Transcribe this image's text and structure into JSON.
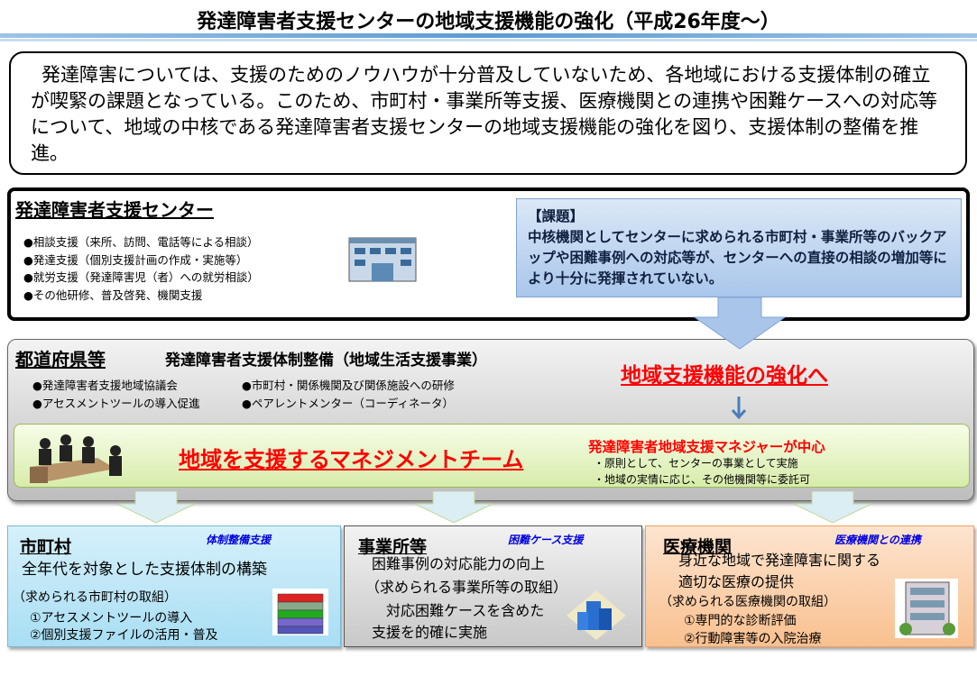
{
  "title": "発達障害者支援センターの地域支援機能の強化（平成26年度～）",
  "intro": "発達障害については、支援のためのノウハウが十分普及していないため、各地域における支援体制の確立が喫緊の課題となっている。このため、市町村・事業所等支援、医療機関との連携や困難ケースへの対応等について、地域の中核である発達障害者支援センターの地域支援機能の強化を図り、支援体制の整備を推進。",
  "center": {
    "heading": "発達障害者支援センター",
    "items": [
      "●相談支援（来所、訪問、電話等による相談）",
      "●発達支援（個別支援計画の作成・実施等）",
      "●就労支援（発達障害児（者）への就労相談）",
      "●その他研修、普及啓発、機関支援"
    ],
    "issue_label": "【課題】",
    "issue_text": "中核機関としてセンターに求められる市町村・事業所等のバックアップや困難事例への対応等が、センターへの直接の相談の増加等により十分に発揮されていない。"
  },
  "pref": {
    "heading": "都道府県等",
    "subheading": "発達障害者支援体制整備（地域生活支援事業）",
    "items_left": [
      "●発達障害者支援地域協議会",
      "●アセスメントツールの導入促進"
    ],
    "items_right": [
      "●市町村・関係機関及び関係施設への研修",
      "●ペアレントメンター（コーディネータ）"
    ],
    "strengthen": "地域支援機能の強化へ"
  },
  "team": {
    "title": "地域を支援するマネジメントチーム",
    "manager": "発達障害者地域支援マネジャーが中心",
    "notes": [
      "・原則として、センターの事業として実施",
      "・地域の実情に応じ、その他機関等に委託可"
    ]
  },
  "boxes": [
    {
      "heading": "市町村",
      "tag": "体制整備支援",
      "lines": [
        "全年代を対象とした支援体制の構築",
        "（求められる市町村の取組）",
        "①アセスメントツールの導入",
        "②個別支援ファイルの活用・普及"
      ]
    },
    {
      "heading": "事業所等",
      "tag": "困難ケース支援",
      "lines": [
        "困難事例の対応能力の向上",
        "（求められる事業所等の取組）",
        "対応困難ケースを含めた",
        "支援を的確に実施"
      ]
    },
    {
      "heading": "医療機関",
      "tag": "医療機関との連携",
      "lines": [
        "身近な地域で発達障害に関する",
        "適切な医療の提供",
        "（求められる医療機関の取組）",
        "①専門的な診断評価",
        "②行動障害等の入院治療"
      ]
    }
  ]
}
